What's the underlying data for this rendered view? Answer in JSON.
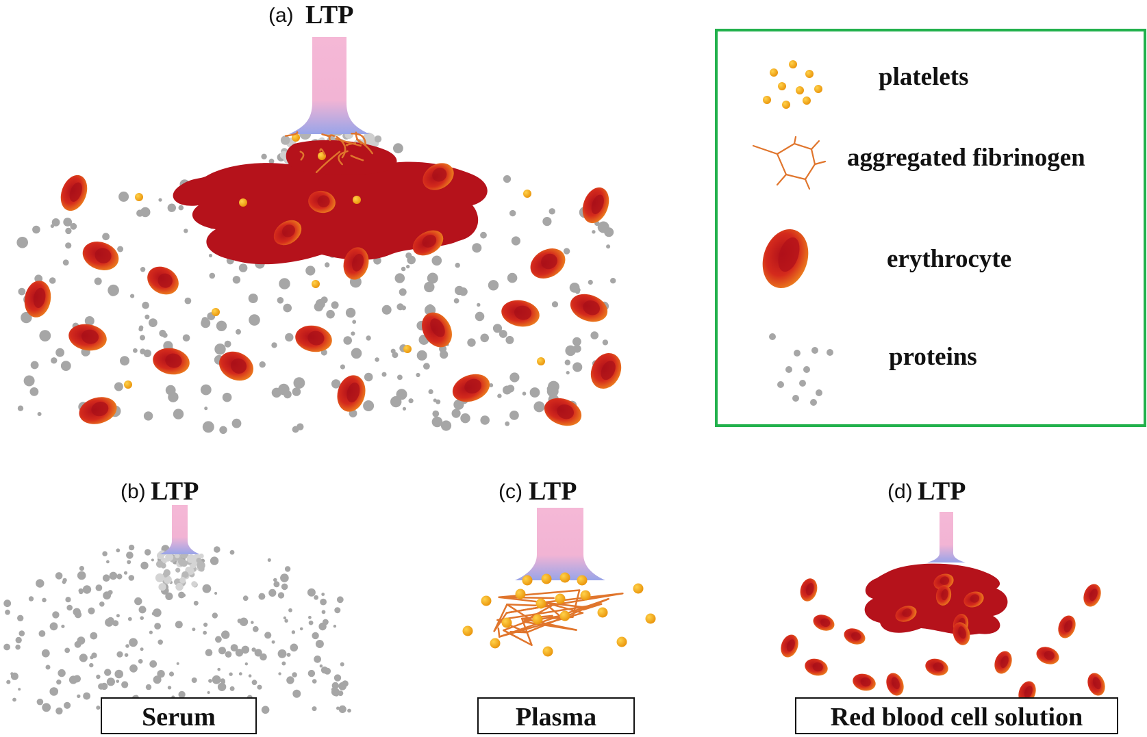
{
  "panels": {
    "a": {
      "letter": "(a)",
      "title": "LTP"
    },
    "b": {
      "letter": "(b)",
      "title": "LTP",
      "caption": "Serum"
    },
    "c": {
      "letter": "(c)",
      "title": "LTP",
      "caption": "Plasma"
    },
    "d": {
      "letter": "(d)",
      "title": "LTP",
      "caption": "Red blood cell solution"
    }
  },
  "legend": {
    "items": [
      {
        "label": "platelets",
        "icon": "platelets-icon"
      },
      {
        "label": "aggregated fibrinogen",
        "icon": "fibrinogen-icon"
      },
      {
        "label": "erythrocyte",
        "icon": "erythrocyte-icon"
      },
      {
        "label": "proteins",
        "icon": "proteins-icon"
      }
    ]
  },
  "colors": {
    "legend_border": "#22b14c",
    "plume_top": "#f5b8d6",
    "plume_bottom": "#9aa4e6",
    "clot": "#b5121b",
    "erythrocyte_edge": "#e87a1c",
    "erythrocyte_core": "#c8151c",
    "platelet": "#f2a516",
    "protein": "#a6a6a6",
    "fibrinogen": "#e0752c"
  }
}
